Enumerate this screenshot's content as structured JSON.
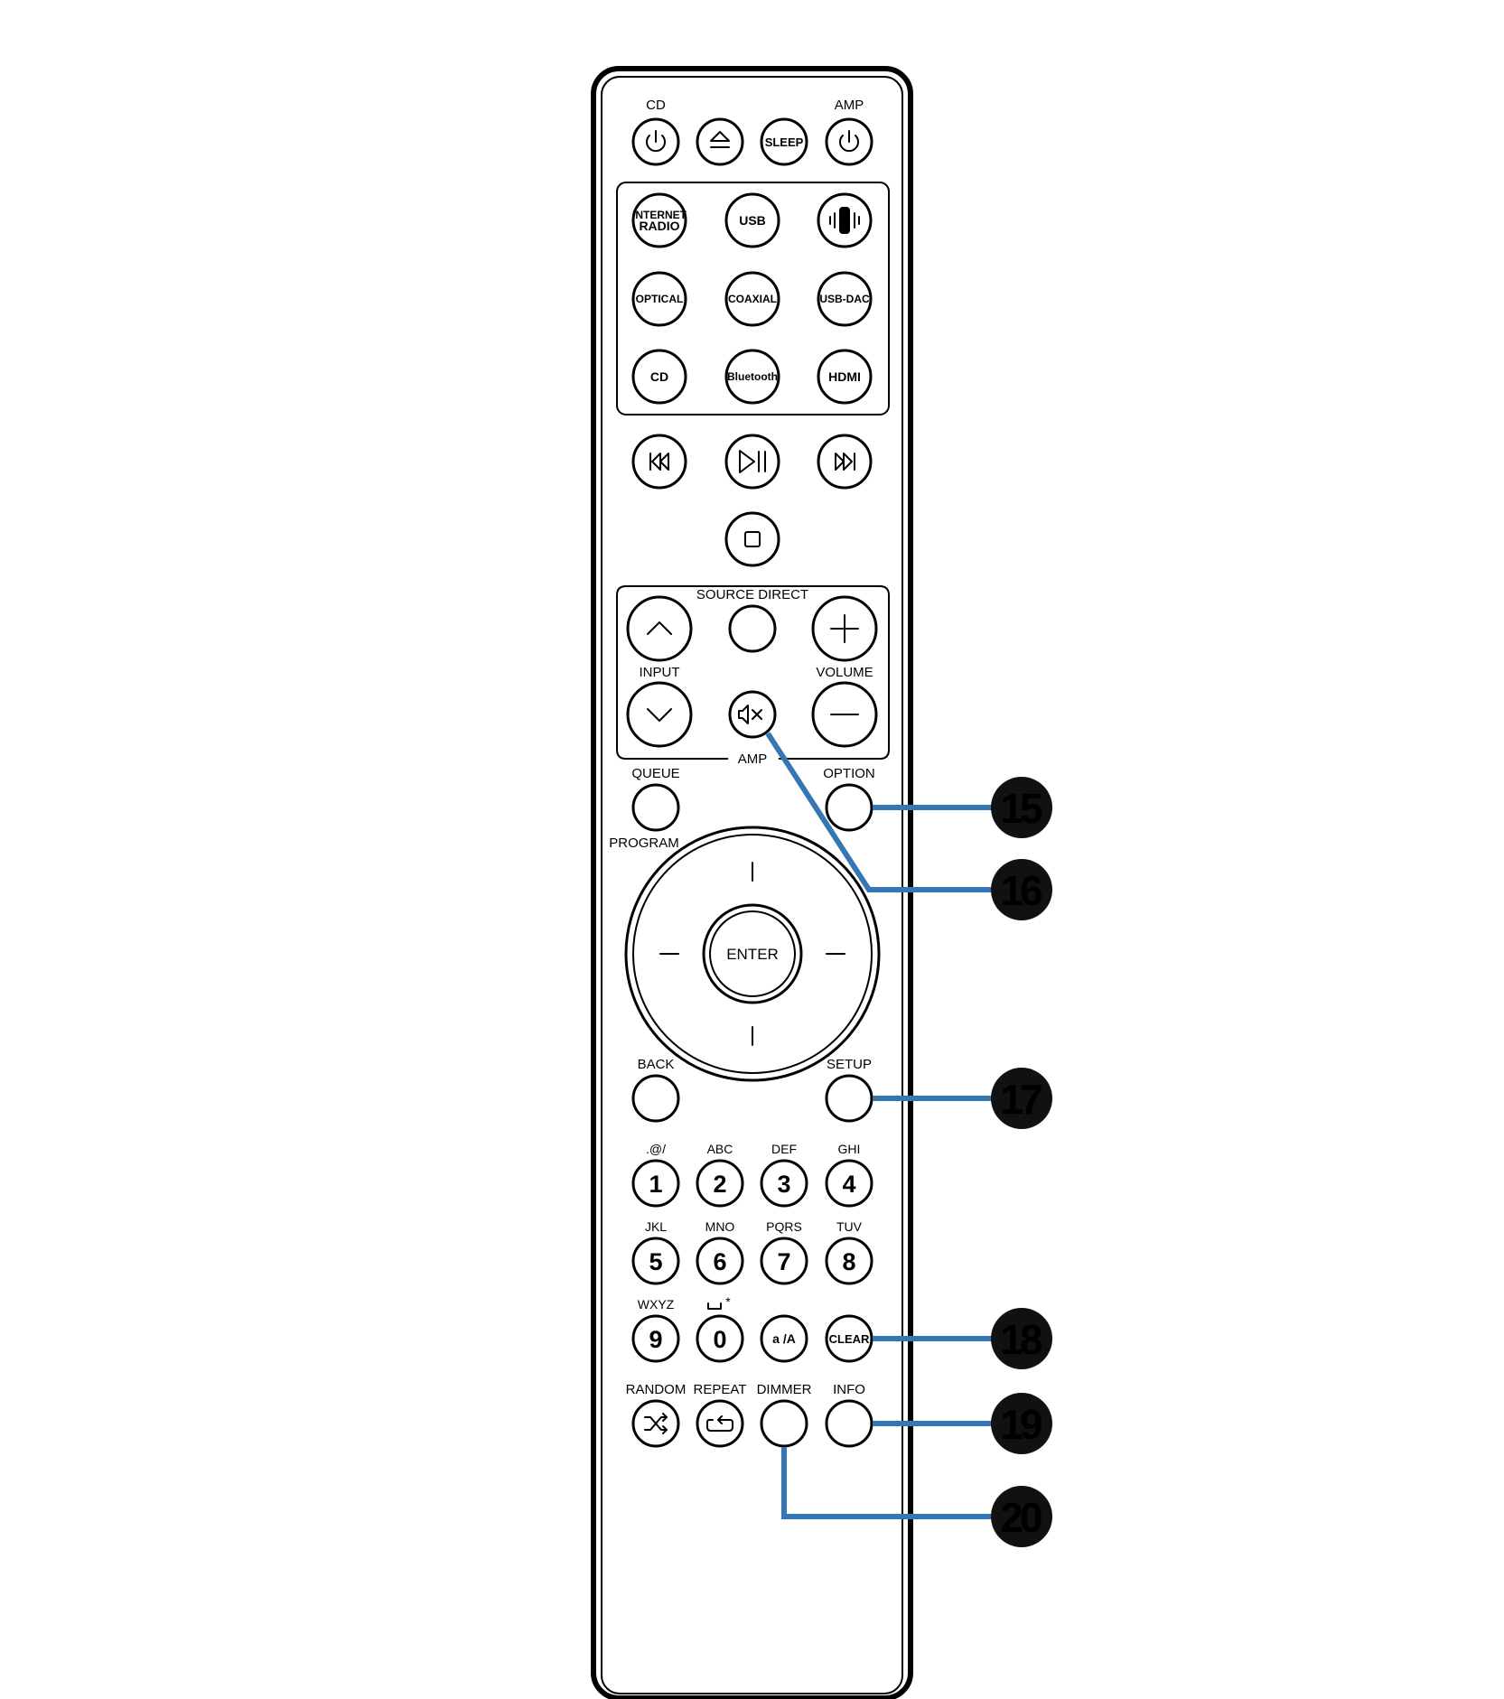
{
  "top": {
    "cd_label": "CD",
    "amp_label": "AMP",
    "sleep": "SLEEP"
  },
  "sources": {
    "internet_radio_1": "INTERNET",
    "internet_radio_2": "RADIO",
    "usb": "USB",
    "optical": "OPTICAL",
    "coaxial": "COAXIAL",
    "usb_dac": "USB-DAC",
    "cd": "CD",
    "bluetooth": "Bluetooth",
    "hdmi": "HDMI"
  },
  "amp_group": {
    "source_direct": "SOURCE DIRECT",
    "input": "INPUT",
    "volume": "VOLUME",
    "amp": "AMP"
  },
  "nav": {
    "queue": "QUEUE",
    "program": "PROGRAM",
    "option": "OPTION",
    "enter": "ENTER",
    "back": "BACK",
    "setup": "SETUP"
  },
  "keypad": {
    "k1": {
      "digit": "1",
      "letters": ".@/"
    },
    "k2": {
      "digit": "2",
      "letters": "ABC"
    },
    "k3": {
      "digit": "3",
      "letters": "DEF"
    },
    "k4": {
      "digit": "4",
      "letters": "GHI"
    },
    "k5": {
      "digit": "5",
      "letters": "JKL"
    },
    "k6": {
      "digit": "6",
      "letters": "MNO"
    },
    "k7": {
      "digit": "7",
      "letters": "PQRS"
    },
    "k8": {
      "digit": "8",
      "letters": "TUV"
    },
    "k9": {
      "digit": "9",
      "letters": "WXYZ"
    },
    "k0": {
      "digit": "0",
      "letters": "*"
    },
    "case": "a /A",
    "clear": "CLEAR"
  },
  "bottom": {
    "random": "RANDOM",
    "repeat": "REPEAT",
    "dimmer": "DIMMER",
    "info": "INFO"
  },
  "callouts": {
    "c15": "15",
    "c16": "16",
    "c17": "17",
    "c18": "18",
    "c19": "19",
    "c20": "20"
  },
  "colors": {
    "callout_line": "#3576b4",
    "outline": "#000000",
    "badge": "#111111"
  },
  "icons": [
    "power-icon",
    "eject-icon",
    "heos-icon",
    "skip-back-icon",
    "play-pause-icon",
    "skip-forward-icon",
    "stop-icon",
    "chevron-up-icon",
    "chevron-down-icon",
    "plus-icon",
    "minus-icon",
    "mute-icon",
    "space-icon",
    "random-icon",
    "repeat-icon"
  ]
}
